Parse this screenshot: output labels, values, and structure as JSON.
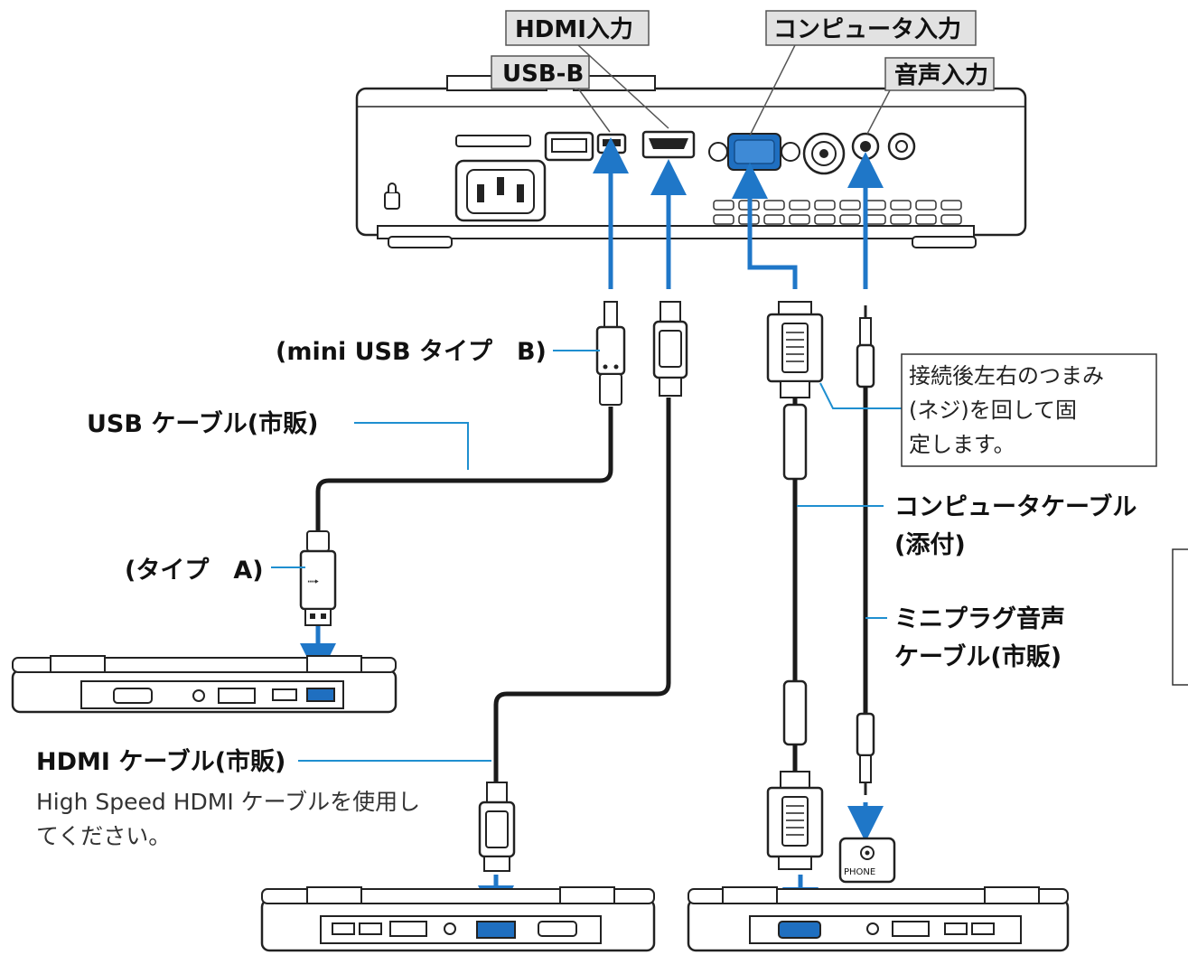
{
  "port_labels": {
    "hdmi_in": "HDMI入力",
    "computer_in": "コンピュータ入力",
    "usb_b": "USB-B",
    "audio_in": "音声入力"
  },
  "cable_labels": {
    "mini_usb": "(mini USB タイプ　B)",
    "usb_cable": "USB ケーブル(市販)",
    "type_a": "(タイプ　A)",
    "computer_cable_line1": "コンピュータケーブル",
    "computer_cable_line2": "(添付)",
    "mini_plug_line1": "ミニプラグ音声",
    "mini_plug_line2": "ケーブル(市販)",
    "hdmi_cable": "HDMI ケーブル(市販)",
    "hdmi_note_line1": "High Speed HDMI ケーブルを使用し",
    "hdmi_note_line2": "てください。"
  },
  "screw_note": {
    "line1": "接続後左右のつまみ",
    "line2": "(ネジ)を回して固",
    "line3": "定します。"
  },
  "phone_jack_label": "PHONE",
  "colors": {
    "arrow": "#1f77c8",
    "leader": "#1f8fd0",
    "vga_port": "#1f6fc0",
    "cable": "#1a1a1a",
    "label_box": "#e2e2e2"
  }
}
